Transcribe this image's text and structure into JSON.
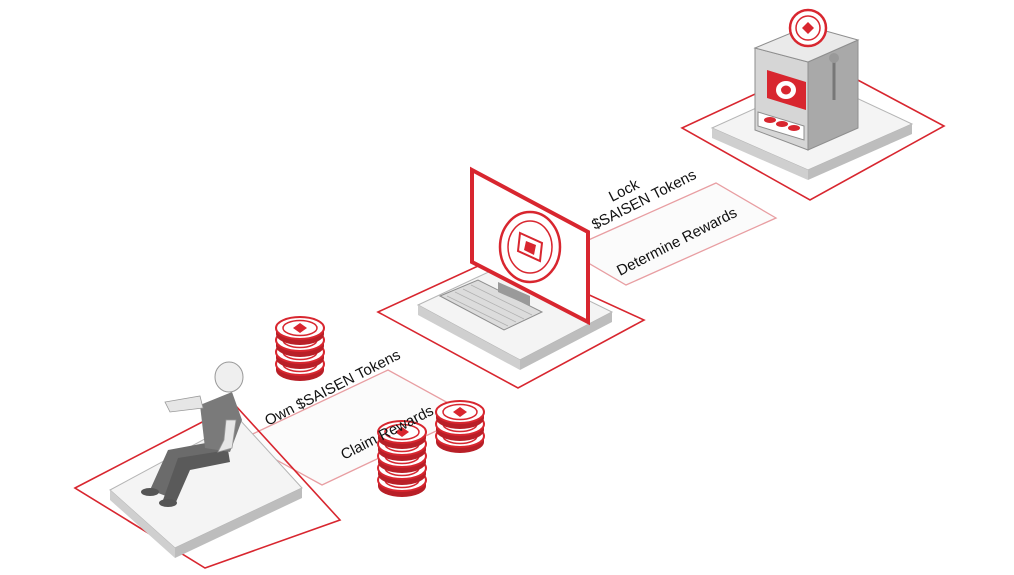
{
  "colors": {
    "accent": "#d8262f",
    "outline": "#d8262f",
    "platform_top": "#f2f2f2",
    "platform_side": "#c9c9c9",
    "gray_dark": "#6b6b6b",
    "gray_mid": "#9a9a9a",
    "gray_light": "#dcdcdc"
  },
  "labels": {
    "own_tokens": "Own $SAISEN Tokens",
    "claim_rewards": "Claim Rewards",
    "lock_line1": "Lock",
    "lock_line2": "$SAISEN Tokens",
    "determine_rewards": "Determine Rewards"
  },
  "icons": {
    "user": "seated-person-icon",
    "computer": "monitor-keyboard-icon",
    "machine": "slot-machine-icon",
    "coins": "token-stack-icon"
  }
}
